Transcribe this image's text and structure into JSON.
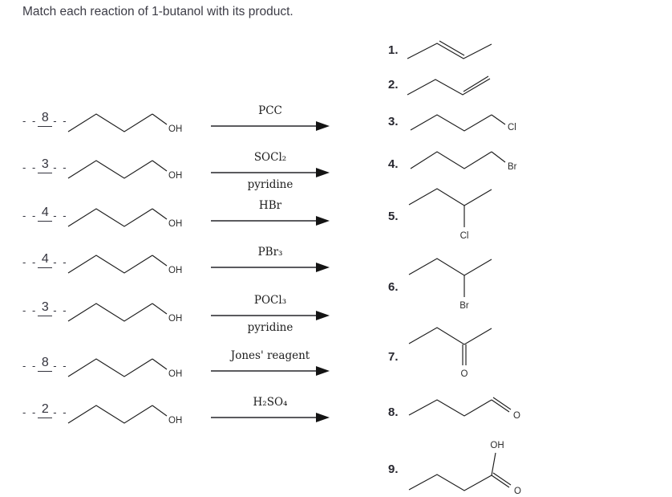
{
  "title": "Match each reaction of 1-butanol with its product.",
  "blank_dashes": "- -",
  "atoms": {
    "oh": "OH",
    "o": "O",
    "cl": "Cl",
    "br": "Br"
  },
  "reactions": [
    {
      "answer": "8",
      "reagent_top": "PCC"
    },
    {
      "answer": "3",
      "reagent_top": "SOCl₂",
      "reagent_bottom": "pyridine"
    },
    {
      "answer": "4",
      "reagent_top": "HBr"
    },
    {
      "answer": "4",
      "reagent_top": "PBr₃"
    },
    {
      "answer": "3",
      "reagent_top": "POCl₃",
      "reagent_bottom": "pyridine"
    },
    {
      "answer": "8",
      "reagent_top": "Jones' reagent"
    },
    {
      "answer": "2",
      "reagent_top": "H₂SO₄"
    }
  ],
  "products": [
    {
      "number": "1."
    },
    {
      "number": "2."
    },
    {
      "number": "3."
    },
    {
      "number": "4."
    },
    {
      "number": "5."
    },
    {
      "number": "6."
    },
    {
      "number": "7."
    },
    {
      "number": "8."
    },
    {
      "number": "9."
    }
  ]
}
